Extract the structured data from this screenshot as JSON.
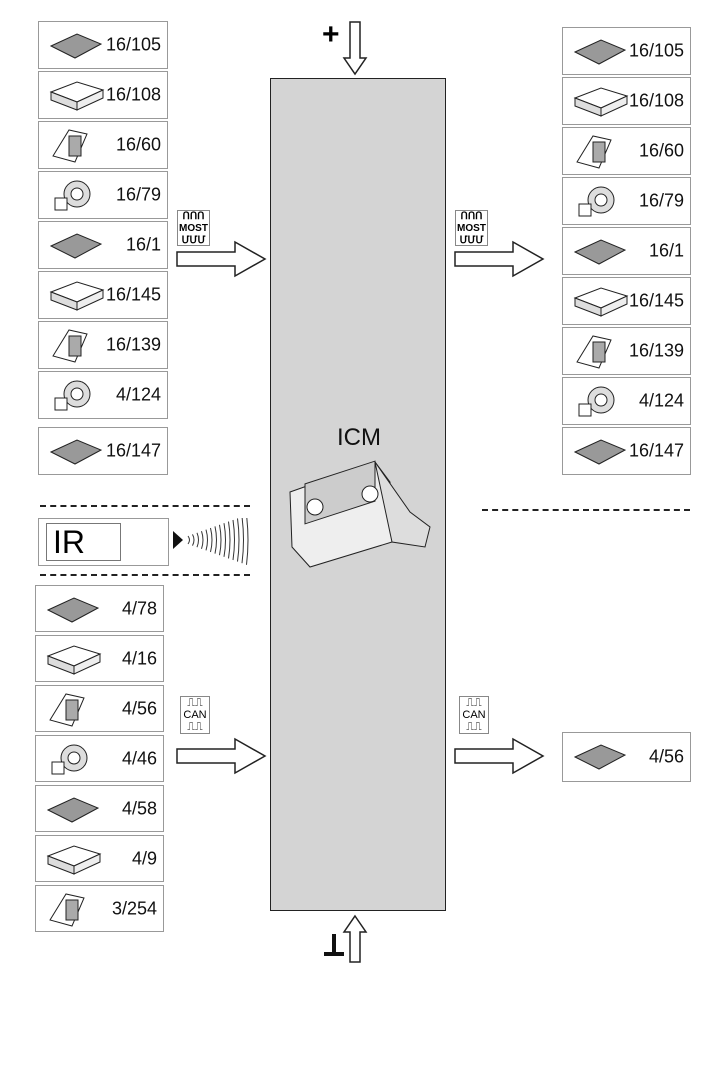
{
  "central_unit": {
    "label": "ICM"
  },
  "power": {
    "positive_symbol": "+",
    "ground_symbol": "ground"
  },
  "buses": {
    "most_label": "MOST",
    "can_label": "CAN"
  },
  "ir": {
    "label": "IR"
  },
  "left_most_components": [
    "16/105",
    "16/108",
    "16/60",
    "16/79",
    "16/1",
    "16/145",
    "16/139",
    "4/124",
    "16/147"
  ],
  "right_most_components": [
    "16/105",
    "16/108",
    "16/60",
    "16/79",
    "16/1",
    "16/145",
    "16/139",
    "4/124",
    "16/147"
  ],
  "left_can_components": [
    "4/78",
    "4/16",
    "4/56",
    "4/46",
    "4/58",
    "4/9",
    "3/254"
  ],
  "right_can_components": [
    "4/56"
  ],
  "colors": {
    "icm_fill": "#d4d4d4",
    "line": "#222222"
  }
}
